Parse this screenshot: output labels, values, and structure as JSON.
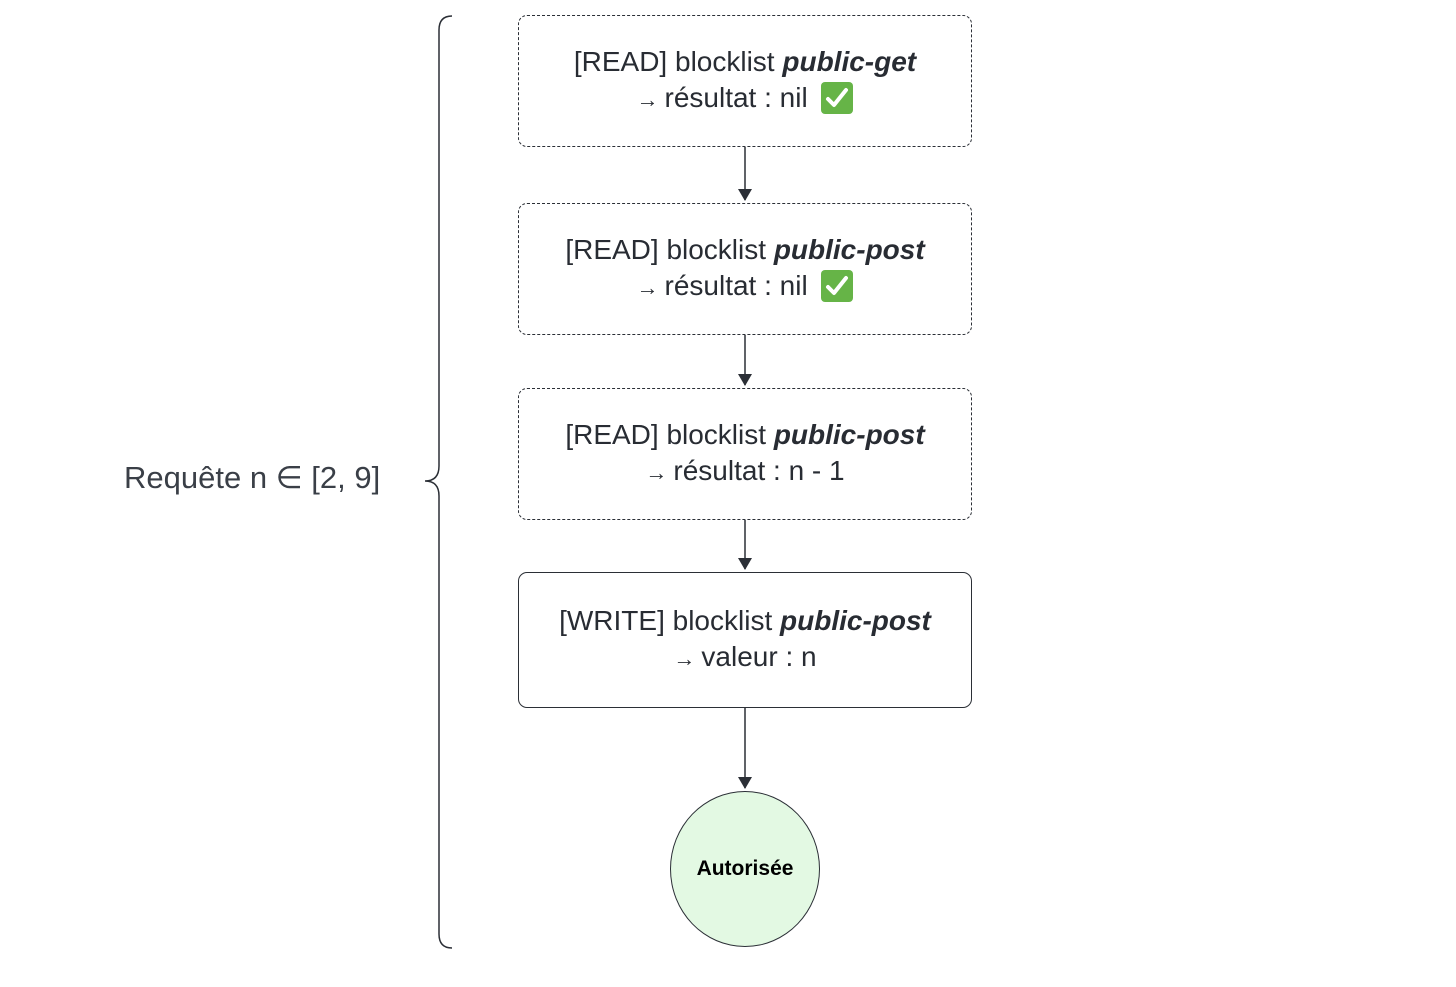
{
  "group_label": "Requête n ∈ [2, 9]",
  "nodes": [
    {
      "prefix": "[READ] blocklist ",
      "key": "public-get",
      "arrow": "→",
      "result": "résultat : nil",
      "check": true
    },
    {
      "prefix": "[READ] blocklist ",
      "key": "public-post",
      "arrow": "→",
      "result": "résultat : nil",
      "check": true
    },
    {
      "prefix": "[READ] blocklist ",
      "key": "public-post",
      "arrow": "→",
      "result": "résultat : n - 1",
      "check": false
    },
    {
      "prefix": "[WRITE] blocklist ",
      "key": "public-post",
      "arrow": "→",
      "result": "valeur : n",
      "check": false
    }
  ],
  "terminal": {
    "label": "Autorisée",
    "fill": "#e3f9e3"
  },
  "colors": {
    "stroke": "#2b2f36",
    "check_green": "#66b447"
  },
  "icons": {
    "check": "check-mark-button-icon"
  }
}
